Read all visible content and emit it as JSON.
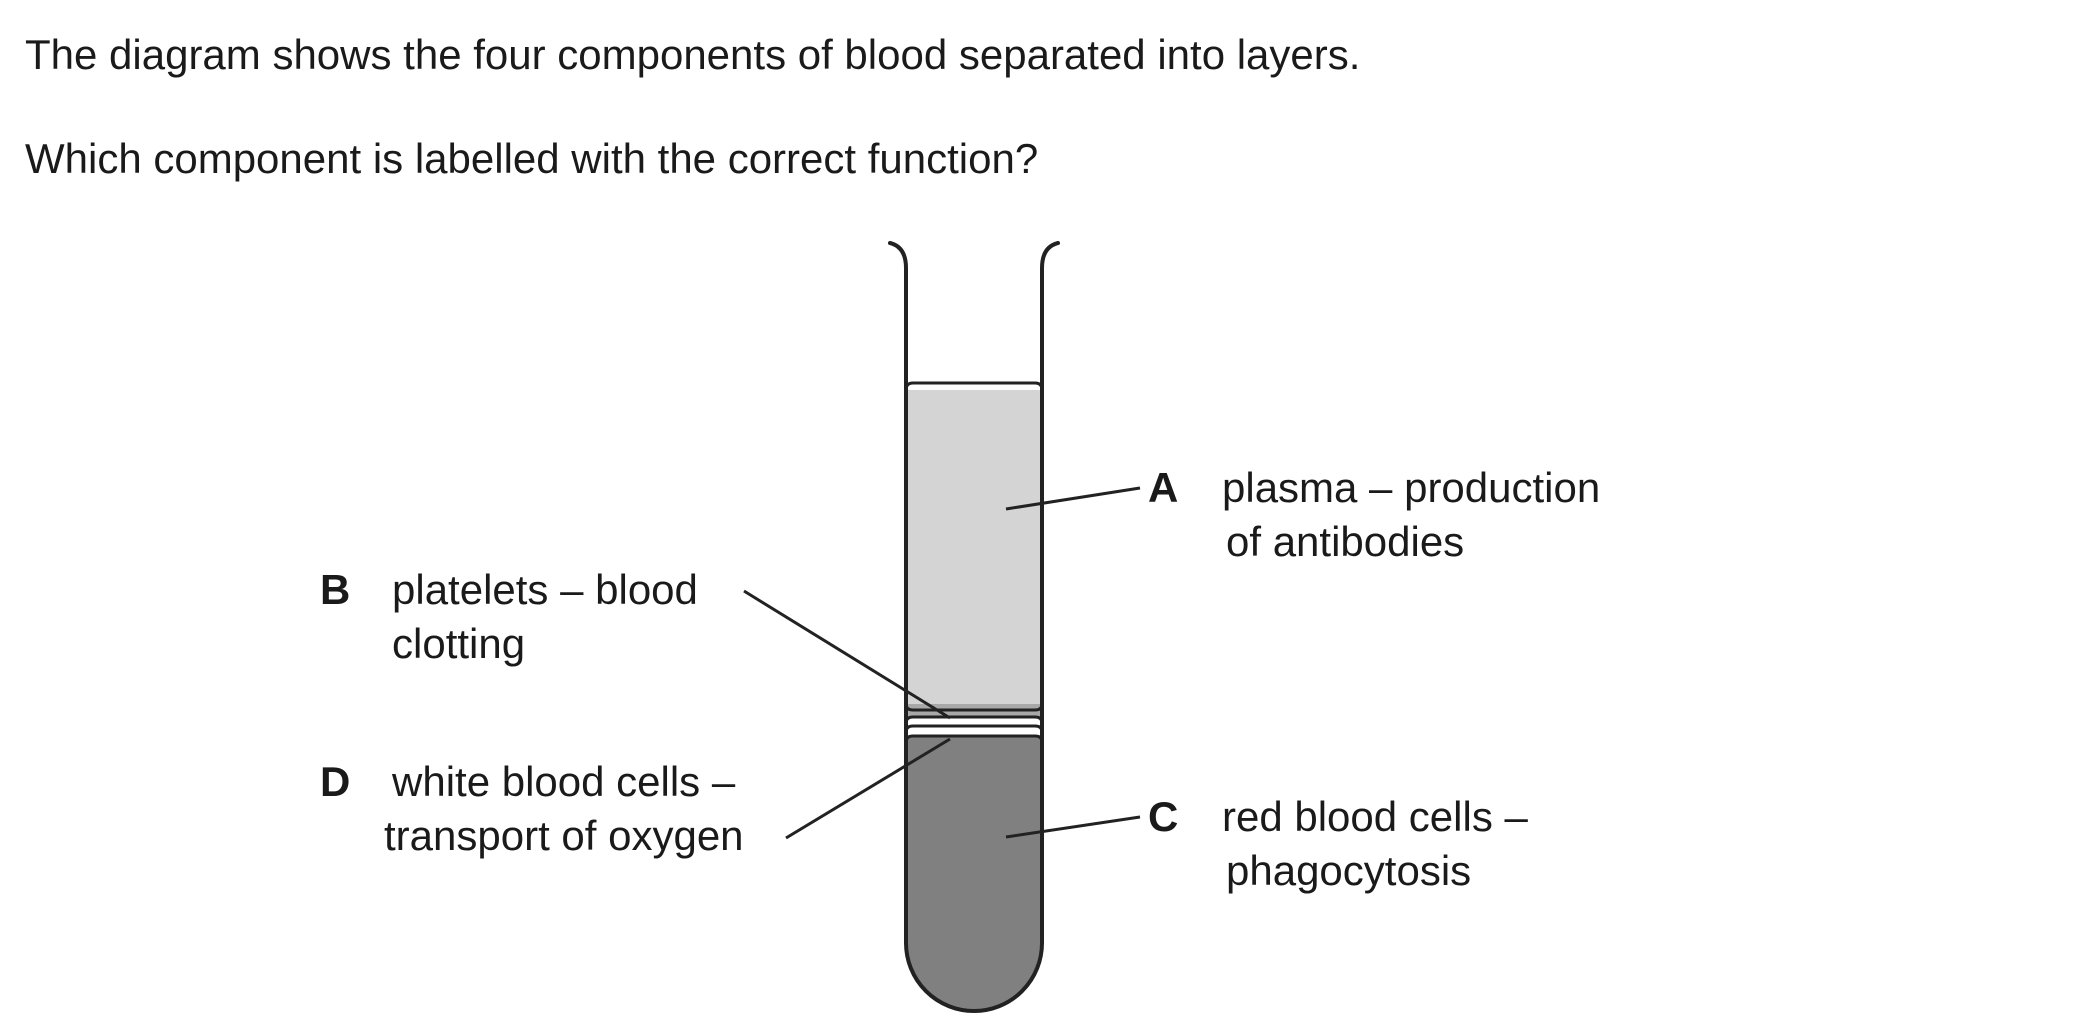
{
  "question": {
    "line1": "The diagram shows the four components of blood separated into layers.",
    "line2": "Which component is labelled with the correct function?"
  },
  "labels": {
    "A": {
      "letter": "A",
      "line1": "plasma – production",
      "line2": "of antibodies"
    },
    "B": {
      "letter": "B",
      "line1": "platelets – blood",
      "line2": "clotting"
    },
    "C": {
      "letter": "C",
      "line1": "red blood cells –",
      "line2": "phagocytosis"
    },
    "D": {
      "letter": "D",
      "line1": "white blood cells –",
      "line2": "transport of oxygen"
    }
  },
  "colors": {
    "plasma": "#d4d4d4",
    "platelets": "#a8a8a8",
    "white_cells": "#ffffff",
    "red_cells": "#808080",
    "outline": "#222222"
  }
}
